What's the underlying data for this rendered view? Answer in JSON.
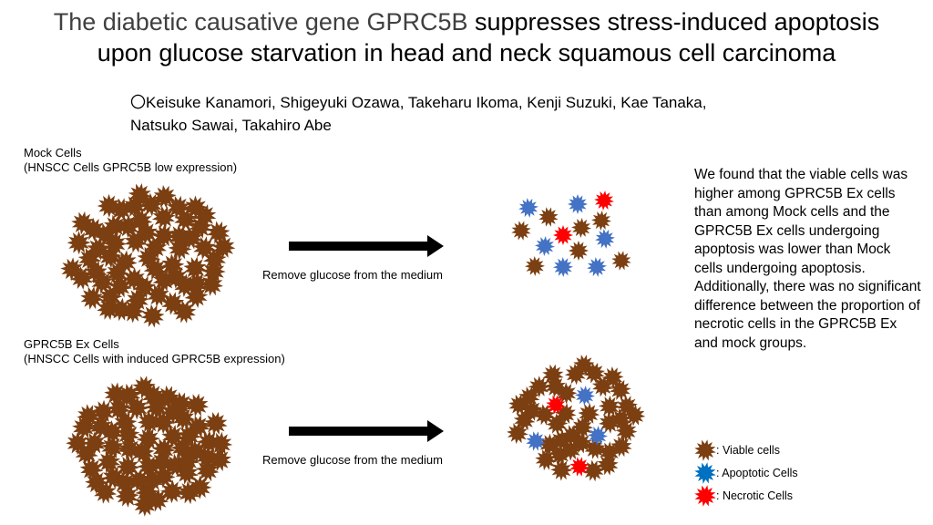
{
  "title": {
    "part1": "The diabetic causative gene GPRC5B",
    "part2": " suppresses stress-induced apoptosis",
    "line2": "upon glucose starvation in head and neck squamous cell carcinoma"
  },
  "authors": {
    "line1": "〇Keisuke Kanamori, Shigeyuki Ozawa, Takeharu Ikoma, Kenji Suzuki, Kae Tanaka,",
    "line2": "Natsuko Sawai, Takahiro Abe"
  },
  "groups": [
    {
      "name": "Mock Cells",
      "desc": " (HNSCC Cells GPRC5B low expression)",
      "arrow_label": "Remove glucose from the medium"
    },
    {
      "name": "GPRC5B Ex Cells",
      "desc": " (HNSCC Cells with induced GPRC5B expression)",
      "arrow_label": "Remove glucose from the medium"
    }
  ],
  "summary": "We found that the viable cells was higher among GPRC5B Ex cells than among Mock cells and the GPRC5B Ex cells undergoing apoptosis was lower than Mock cells undergoing apoptosis. Additionally, there was no significant difference between the proportion of necrotic cells in the GPRC5B Ex and mock groups.",
  "legend": [
    {
      "label": ": Viable cells",
      "color": "#7B3F12"
    },
    {
      "label": ": Apoptotic Cells",
      "color": "#0070C0"
    },
    {
      "label": ": Necrotic Cells",
      "color": "#FF0000"
    }
  ],
  "colors": {
    "viable": "#7B3F12",
    "apoptotic": "#4472C4",
    "necrotic": "#FF0000"
  }
}
